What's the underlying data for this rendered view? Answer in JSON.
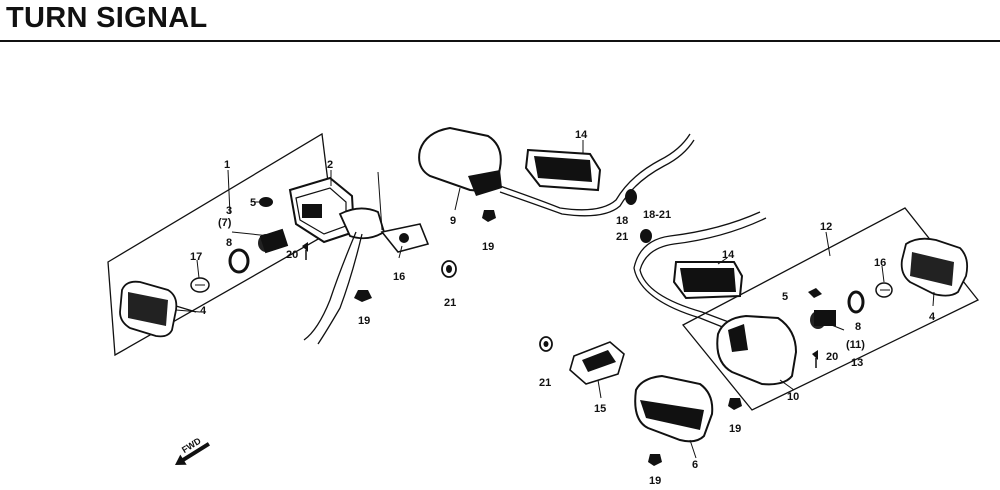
{
  "title": "TURN SIGNAL",
  "fwd_label": "FWD",
  "callouts": {
    "c1": "1",
    "c2": "2",
    "c3": "3",
    "c5a": "5",
    "c7": "(7)",
    "c8a": "8",
    "c20a": "20",
    "c17": "17",
    "c4a": "4",
    "c16": "16",
    "c19a": "19",
    "c9": "9",
    "c14a": "14",
    "c19b": "19",
    "c21a": "21",
    "c18a": "18",
    "c21b": "21",
    "c1821": "18-21",
    "c12": "12",
    "c14b": "14",
    "c16b": "16",
    "c4b": "4",
    "c5b": "5",
    "c8b": "8",
    "c11": "(11)",
    "c20b": "20",
    "c13": "13",
    "c10": "10",
    "c21c": "21",
    "c15": "15",
    "c19c": "19",
    "c6": "6",
    "c19d": "19"
  },
  "colors": {
    "ink": "#111111",
    "paper": "#ffffff"
  }
}
